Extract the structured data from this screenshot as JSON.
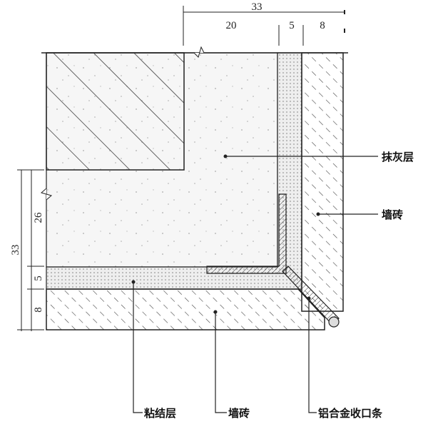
{
  "top_dimensions": {
    "total": "33",
    "segments": [
      "20",
      "5",
      "8"
    ]
  },
  "left_dimensions": {
    "total": "33",
    "segments": [
      "26",
      "5",
      "8"
    ]
  },
  "labels": {
    "plaster": "抹灰层",
    "wall_tile_right": "墙砖",
    "adhesive": "粘结层",
    "wall_tile_bottom": "墙砖",
    "aluminum_trim": "铝合金收口条"
  },
  "colors": {
    "line": "#222222",
    "plaster_fill": "#f4f4f4",
    "adhesive_fill": "#e6e6e6"
  }
}
